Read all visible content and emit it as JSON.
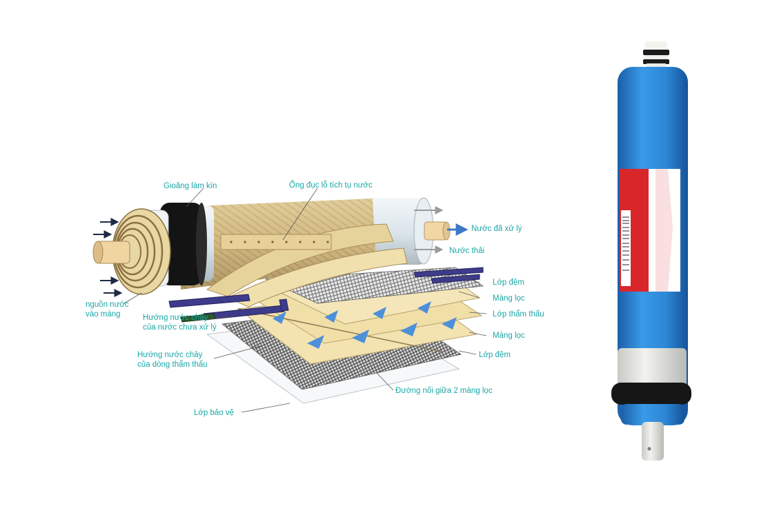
{
  "colors": {
    "label": "#1aa7a7",
    "leader": "#555555",
    "membrane": "#f3e3b0",
    "cartridge_blue": "#2b86d6",
    "label_red": "#d9262b",
    "pipe": "#3d3b8a"
  },
  "labels": {
    "seal_ring": "Gioăng làm kín",
    "perforated_tube": "Ống đục lỗ tích tụ nước",
    "treated_water": "Nước đã xử lý",
    "waste_water": "Nước thải",
    "spacer_top": "Lớp đệm",
    "membrane_top": "Màng lọc",
    "permeate_layer": "Lớp thẩm thấu",
    "membrane_bottom": "Màng lọc",
    "spacer_bottom": "Lớp đệm",
    "seam": "Đường nối giữa 2 màng lọc",
    "protective_layer": "Lớp bảo vệ",
    "feed_water": [
      "nguồn nước",
      "vào màng"
    ],
    "raw_flow": [
      "Hướng nước chảy",
      "của nước chưa xử lý"
    ],
    "permeate_flow": [
      "Hướng nước chảy",
      "của dòng thẩm thấu"
    ]
  },
  "icons": {
    "inlet_arrows": "arrow-right-icon",
    "outlet_arrows": "arrow-right-icon",
    "flow_arrows": "arrow-up-icon"
  }
}
